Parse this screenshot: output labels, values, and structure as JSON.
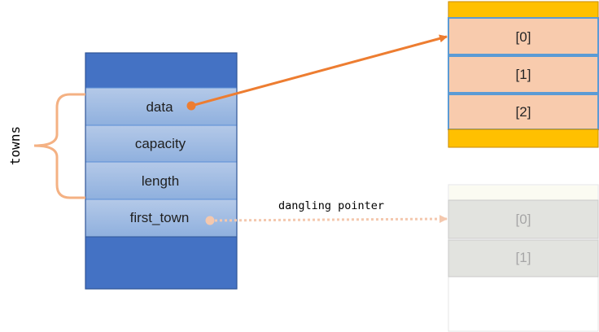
{
  "struct": {
    "name": "towns",
    "fields": [
      "data",
      "capacity",
      "length",
      "first_town"
    ],
    "colors": {
      "header": "#4472C4",
      "field_top": "#B4C9E8",
      "field_bottom": "#8FB0DE",
      "border": "#2F5597",
      "brace": "#F4B183"
    }
  },
  "live_array": {
    "cells": [
      "[0]",
      "[1]",
      "[2]"
    ],
    "colors": {
      "cell": "#F8CBAD",
      "cap": "#FFC000",
      "border": "#5B9BD5",
      "cap_border": "#C98A00"
    }
  },
  "freed_array": {
    "cells": [
      "[0]",
      "[1]"
    ],
    "colors": {
      "cell": "#E2E3DF",
      "text": "#A6A6A6",
      "border": "#C9C9C9",
      "outer": "#E4E4E4",
      "top": "#FBFBF2"
    }
  },
  "pointers": {
    "data_arrow_color": "#ED7D31",
    "dangling_color": "#F4C8AE",
    "dangling_label": "dangling pointer"
  }
}
